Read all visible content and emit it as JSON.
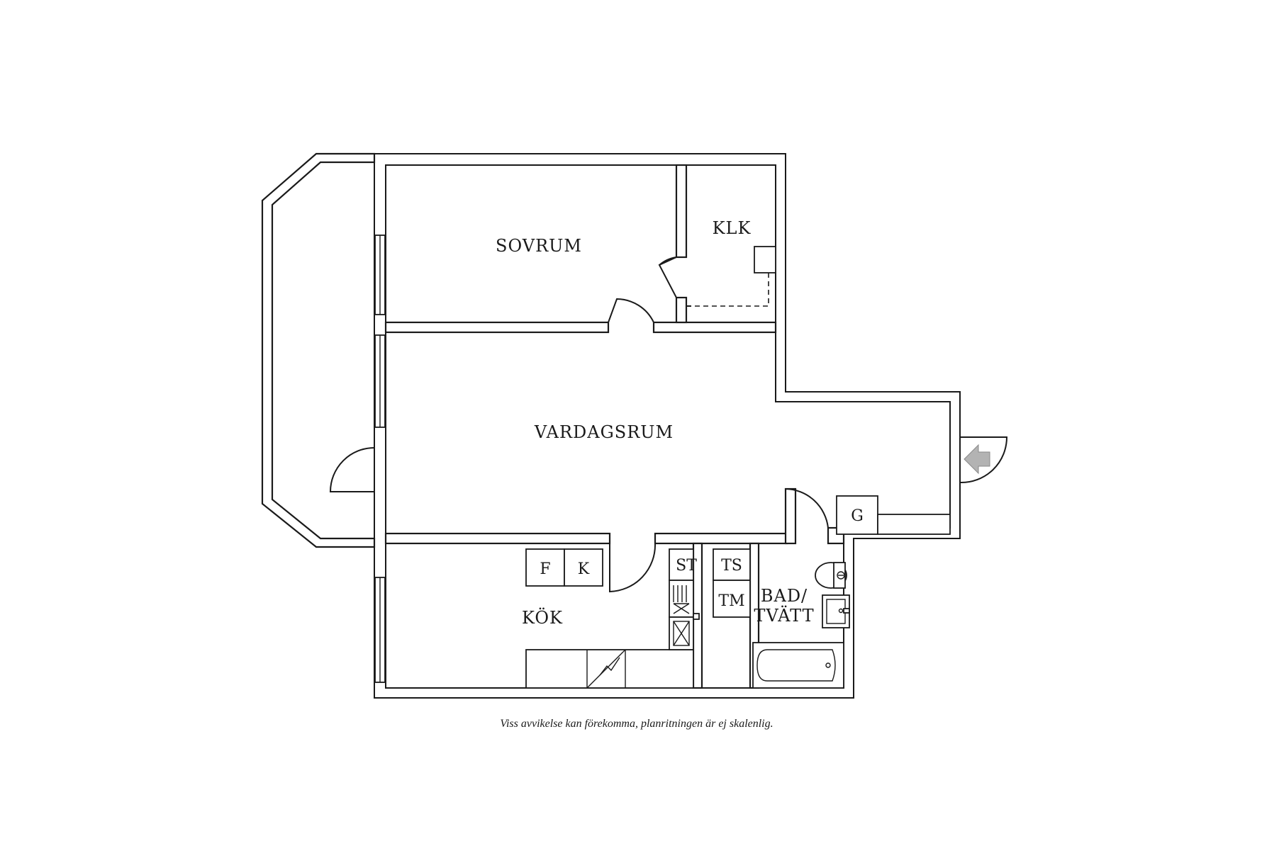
{
  "rooms": {
    "bedroom": "SOVRUM",
    "closet": "KLK",
    "living_room": "VARDAGSRUM",
    "kitchen": "KÖK",
    "bathroom_line1": "BAD/",
    "bathroom_line2": "TVÄTT"
  },
  "fixtures": {
    "fridge": "F",
    "freezer": "K",
    "dishwasher": "ST",
    "dryer": "TS",
    "washer": "TM",
    "wardrobe": "G"
  },
  "icons": {
    "entrance": "entrance-arrow-icon"
  },
  "colors": {
    "walls": "#1a1a1a",
    "entrance_arrow": "#b3b3b3",
    "background": "#ffffff"
  },
  "disclaimer": "Viss avvikelse kan förekomma, planritningen är ej skalenlig."
}
